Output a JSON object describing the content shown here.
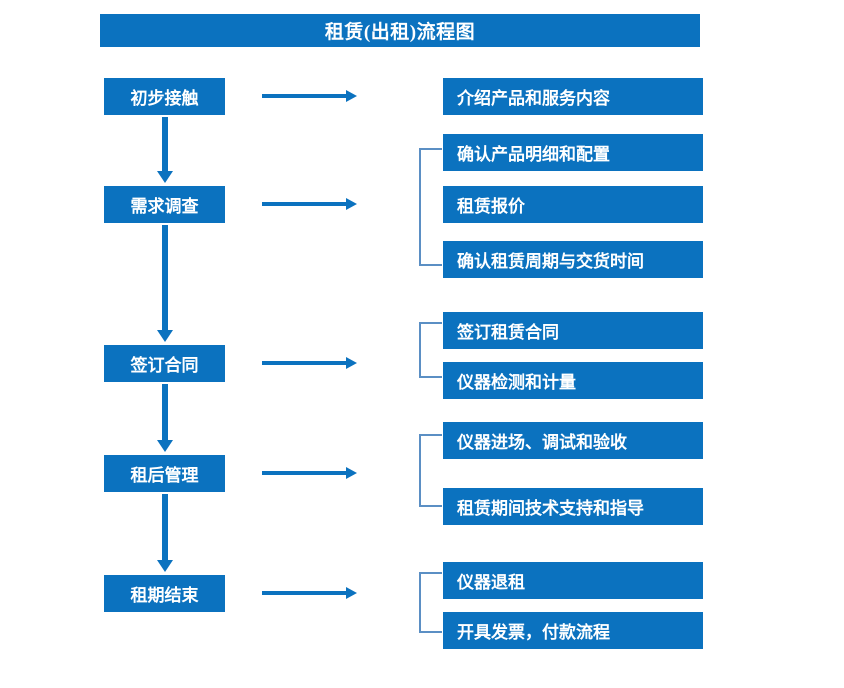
{
  "chart_data": {
    "type": "diagram",
    "diagram_kind": "flowchart",
    "title": "租赁(出租)流程图",
    "orientation": "vertical-stages-with-horizontal-tasks",
    "accent_color": "#0b72bf",
    "bracket_color": "#5b8fc4",
    "text_color": "#ffffff",
    "background_color": "#ffffff",
    "stages": [
      {
        "id": "stage-1",
        "label": "初步接触",
        "task_ids": [
          "task-1"
        ]
      },
      {
        "id": "stage-2",
        "label": "需求调查",
        "task_ids": [
          "task-2",
          "task-3",
          "task-4"
        ]
      },
      {
        "id": "stage-3",
        "label": "签订合同",
        "task_ids": [
          "task-5",
          "task-6"
        ]
      },
      {
        "id": "stage-4",
        "label": "租后管理",
        "task_ids": [
          "task-7",
          "task-8"
        ]
      },
      {
        "id": "stage-5",
        "label": "租期结束",
        "task_ids": [
          "task-9",
          "task-10"
        ]
      }
    ],
    "tasks": [
      {
        "id": "task-1",
        "label": "介绍产品和服务内容"
      },
      {
        "id": "task-2",
        "label": "确认产品明细和配置"
      },
      {
        "id": "task-3",
        "label": "租赁报价"
      },
      {
        "id": "task-4",
        "label": "确认租赁周期与交货时间"
      },
      {
        "id": "task-5",
        "label": "签订租赁合同"
      },
      {
        "id": "task-6",
        "label": "仪器检测和计量"
      },
      {
        "id": "task-7",
        "label": "仪器进场、调试和验收"
      },
      {
        "id": "task-8",
        "label": "租赁期间技术支持和指导"
      },
      {
        "id": "task-9",
        "label": "仪器退租"
      },
      {
        "id": "task-10",
        "label": "开具发票，付款流程"
      }
    ],
    "connectors": [
      {
        "kind": "arrow-down",
        "from": "stage-1",
        "to": "stage-2"
      },
      {
        "kind": "arrow-down",
        "from": "stage-2",
        "to": "stage-3"
      },
      {
        "kind": "arrow-down",
        "from": "stage-3",
        "to": "stage-4"
      },
      {
        "kind": "arrow-down",
        "from": "stage-4",
        "to": "stage-5"
      },
      {
        "kind": "arrow-right",
        "from": "stage-1",
        "to": "task-1"
      },
      {
        "kind": "arrow-right",
        "from": "stage-2",
        "to": "task-2"
      },
      {
        "kind": "arrow-right",
        "from": "stage-3",
        "to": "task-5"
      },
      {
        "kind": "arrow-right",
        "from": "stage-4",
        "to": "task-7"
      },
      {
        "kind": "arrow-right",
        "from": "stage-5",
        "to": "task-9"
      },
      {
        "kind": "bracket",
        "group": [
          "task-2",
          "task-3",
          "task-4"
        ]
      },
      {
        "kind": "bracket",
        "group": [
          "task-5",
          "task-6"
        ]
      },
      {
        "kind": "bracket",
        "group": [
          "task-7",
          "task-8"
        ]
      },
      {
        "kind": "bracket",
        "group": [
          "task-9",
          "task-10"
        ]
      }
    ]
  },
  "title": {
    "text": "租赁(出租)流程图"
  },
  "stages": {
    "s1": "初步接触",
    "s2": "需求调查",
    "s3": "签订合同",
    "s4": "租后管理",
    "s5": "租期结束"
  },
  "tasks": {
    "t1": "介绍产品和服务内容",
    "t2": "确认产品明细和配置",
    "t3": "租赁报价",
    "t4": "确认租赁周期与交货时间",
    "t5": "签订租赁合同",
    "t6": "仪器检测和计量",
    "t7": "仪器进场、调试和验收",
    "t8": "租赁期间技术支持和指导",
    "t9": "仪器退租",
    "t10": "开具发票，付款流程"
  }
}
